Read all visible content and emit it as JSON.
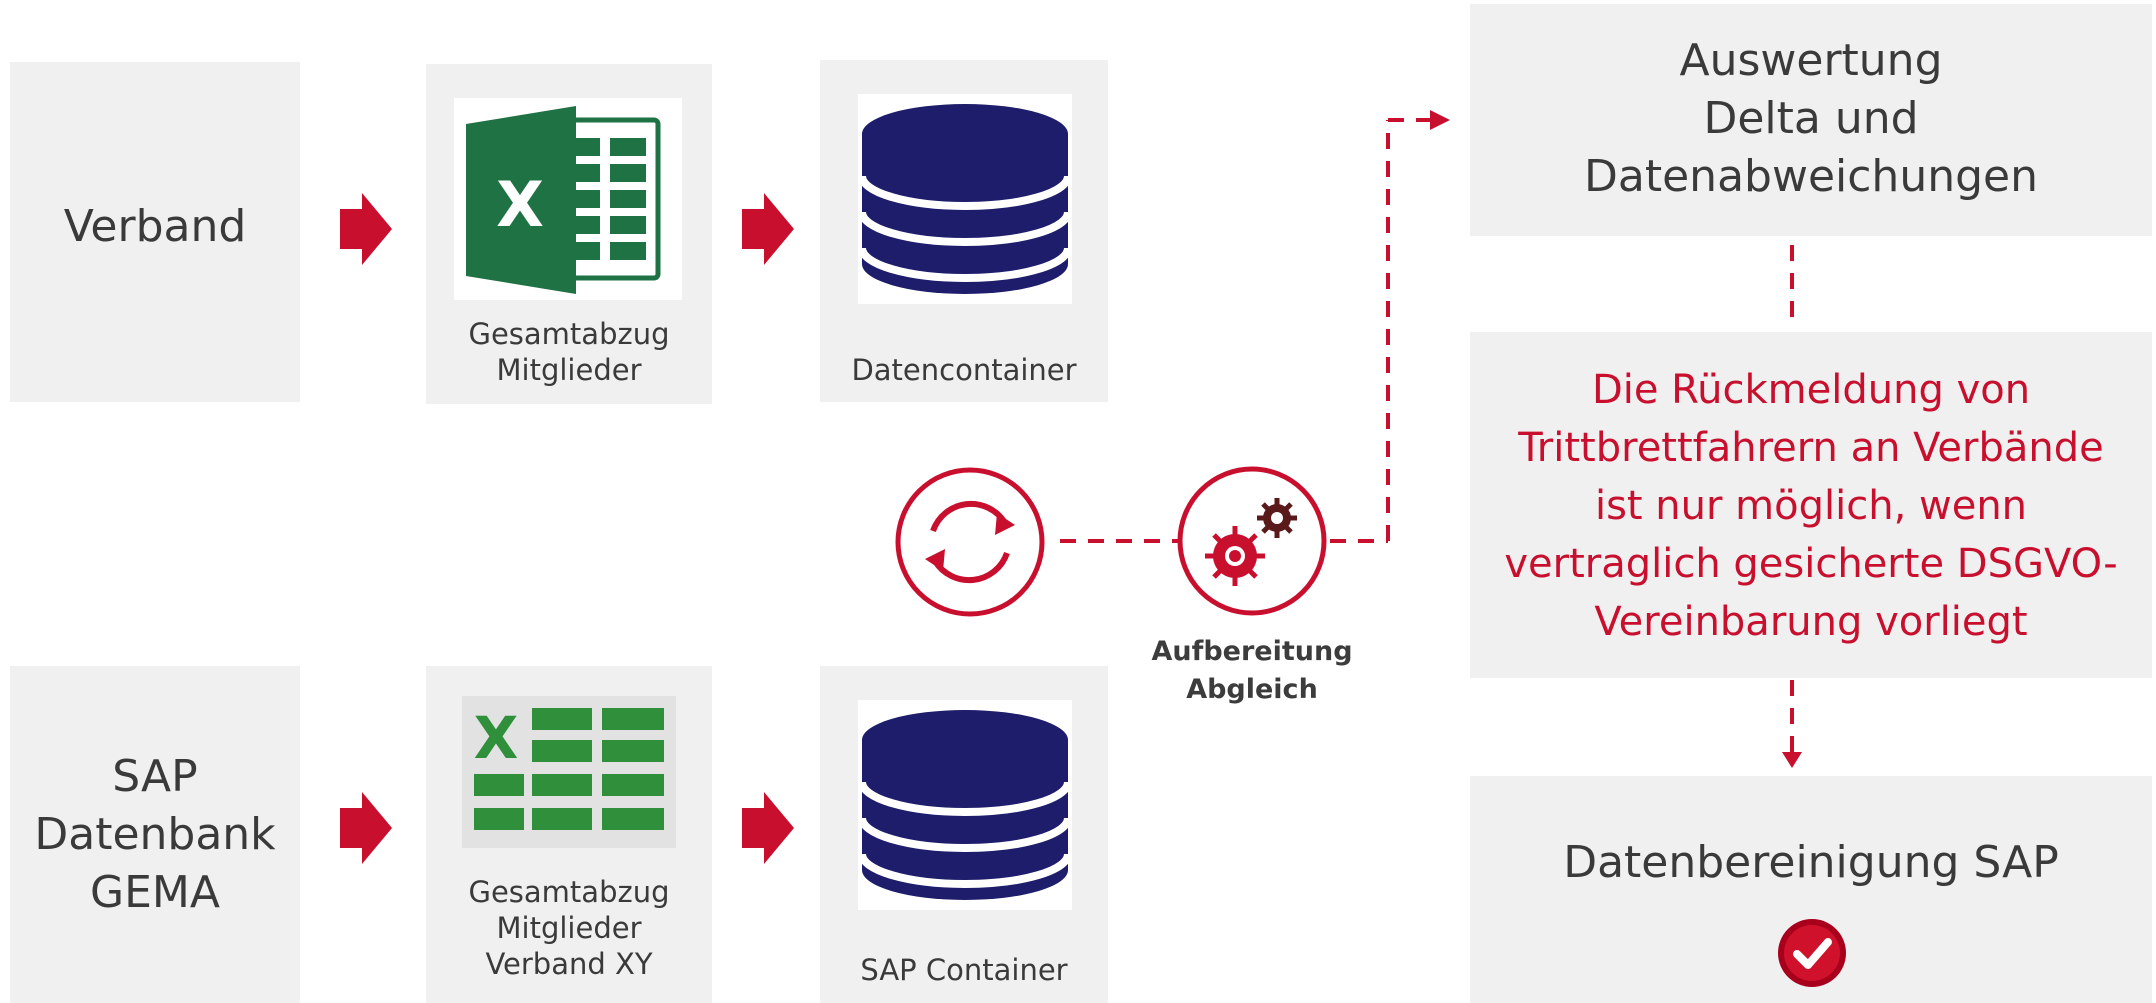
{
  "colors": {
    "accent": "#c8102e",
    "box_bg": "#f0f0f0",
    "db_navy": "#1e1d6b",
    "excel_green": "#1f7244"
  },
  "sources": {
    "top": {
      "label": "Verband"
    },
    "bottom": {
      "label_lines": [
        "SAP",
        "Datenbank",
        "GEMA"
      ]
    }
  },
  "files": {
    "top": {
      "icon": "excel-logo-icon",
      "caption_lines": [
        "Gesamtabzug",
        "Mitglieder"
      ]
    },
    "bottom": {
      "icon": "excel-sheet-icon",
      "caption_lines": [
        "Gesamtabzug",
        "Mitglieder",
        "Verband XY"
      ]
    }
  },
  "containers": {
    "top": {
      "icon": "database-icon",
      "caption": "Datencontainer"
    },
    "bottom": {
      "icon": "database-icon",
      "caption": "SAP Container"
    }
  },
  "process": {
    "sync_icon": "sync-icon",
    "gear_icon": "gears-icon",
    "label_lines": [
      "Aufbereitung",
      "Abgleich"
    ]
  },
  "results": {
    "evaluation": {
      "lines": [
        "Auswertung",
        "Delta und",
        "Datenabweichungen"
      ]
    },
    "notice": {
      "lines": [
        "Die Rückmeldung von",
        "Trittbrettfahrern an Verbände",
        "ist nur möglich, wenn",
        "vertraglich gesicherte DSGVO-",
        "Vereinbarung vorliegt"
      ]
    },
    "cleanup": {
      "label": "Datenbereinigung SAP",
      "icon": "checkmark-badge-icon"
    }
  }
}
